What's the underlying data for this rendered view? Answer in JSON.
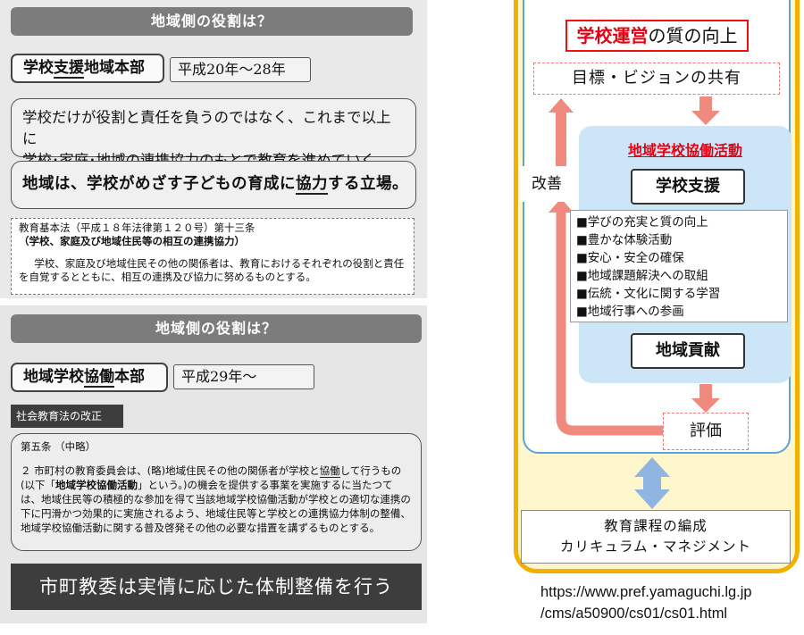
{
  "panel1": {
    "banner": "地域側の役割は？",
    "hq_pre": "学校",
    "hq_ul": "支援",
    "hq_post": "地域本部",
    "period": "平成20年～28年",
    "role_line1": "学校だけが役割と責任を負うのではなく、これまで以上に",
    "role_line2_pre": "学校･家庭･地域の",
    "role_line2_ul": "連携協力",
    "role_line2_post": "のもとで教育を進めていく。",
    "stand_pre": "地域は、学校がめざす子どもの育成に",
    "stand_ul": "協力",
    "stand_post": "する立場。",
    "law_title": "教育基本法（平成１８年法律第１２０号）第十三条",
    "law_sub": "（学校、家庭及び地域住民等の相互の連携協力）",
    "law_body": "学校、家庭及び地域住民その他の関係者は、教育におけるそれぞれの役割と責任を自覚するとともに、相互の連携及び協力に努めるものとする。"
  },
  "panel2": {
    "banner": "地域側の役割は？",
    "hq_pre": "地域学校",
    "hq_ul": "協働",
    "hq_post": "本部",
    "period": "平成29年～",
    "revise_tag": "社会教育法の改正",
    "art_head": "第五条 （中略）",
    "art_p2_a": "２ 市町村の教育委員会は、(略)地域住民その他の関係者が学校と",
    "art_p2_ul": "協働",
    "art_p2_b": "して行うもの(以下「",
    "art_p2_bold": "地域学校協働活動",
    "art_p2_c": "」という。)の機会を提供する事業を実施するに当たつては、地域住民等の積極的な参加を得て当該地域学校協働活動が学校との適切な連携の下に円滑かつ効果的に実施されるよう、地域住民等と学校との連携協力体制の整備、地域学校協働活動に関する普及啓発その他の必要な措置を講ずるものとする。",
    "bottom_bar": "市町教委は実情に応じた体制整備を行う"
  },
  "diagram": {
    "school_mgmt_red": "学校運営",
    "school_mgmt_rest": "の質の向上",
    "goal": "目標・ビジョンの共有",
    "collab_title": "地域学校協働活動",
    "school_support": "学校支援",
    "support_items": [
      "■学びの充実と質の向上",
      "■豊かな体験活動",
      "■安心・安全の確保",
      "■地域課題解決への取組",
      "■伝統・文化に関する学習",
      "■地域行事への参画"
    ],
    "contribution": "地域貢献",
    "improvement": "改善",
    "evaluation": "評価",
    "curriculum_line1": "教育課程の編成",
    "curriculum_line2": "カリキュラム・マネジメント",
    "colors": {
      "frame": "#f2b100",
      "fill": "#fff7cc",
      "accent_red": "#e60012",
      "arrow_pink": "#f08a7e",
      "panel_blue": "#cde6f7",
      "double_arrow": "#8fb5e0"
    }
  },
  "source_url_line1": "https://www.pref.yamaguchi.lg.jp",
  "source_url_line2": "/cms/a50900/cs01/cs01.html"
}
